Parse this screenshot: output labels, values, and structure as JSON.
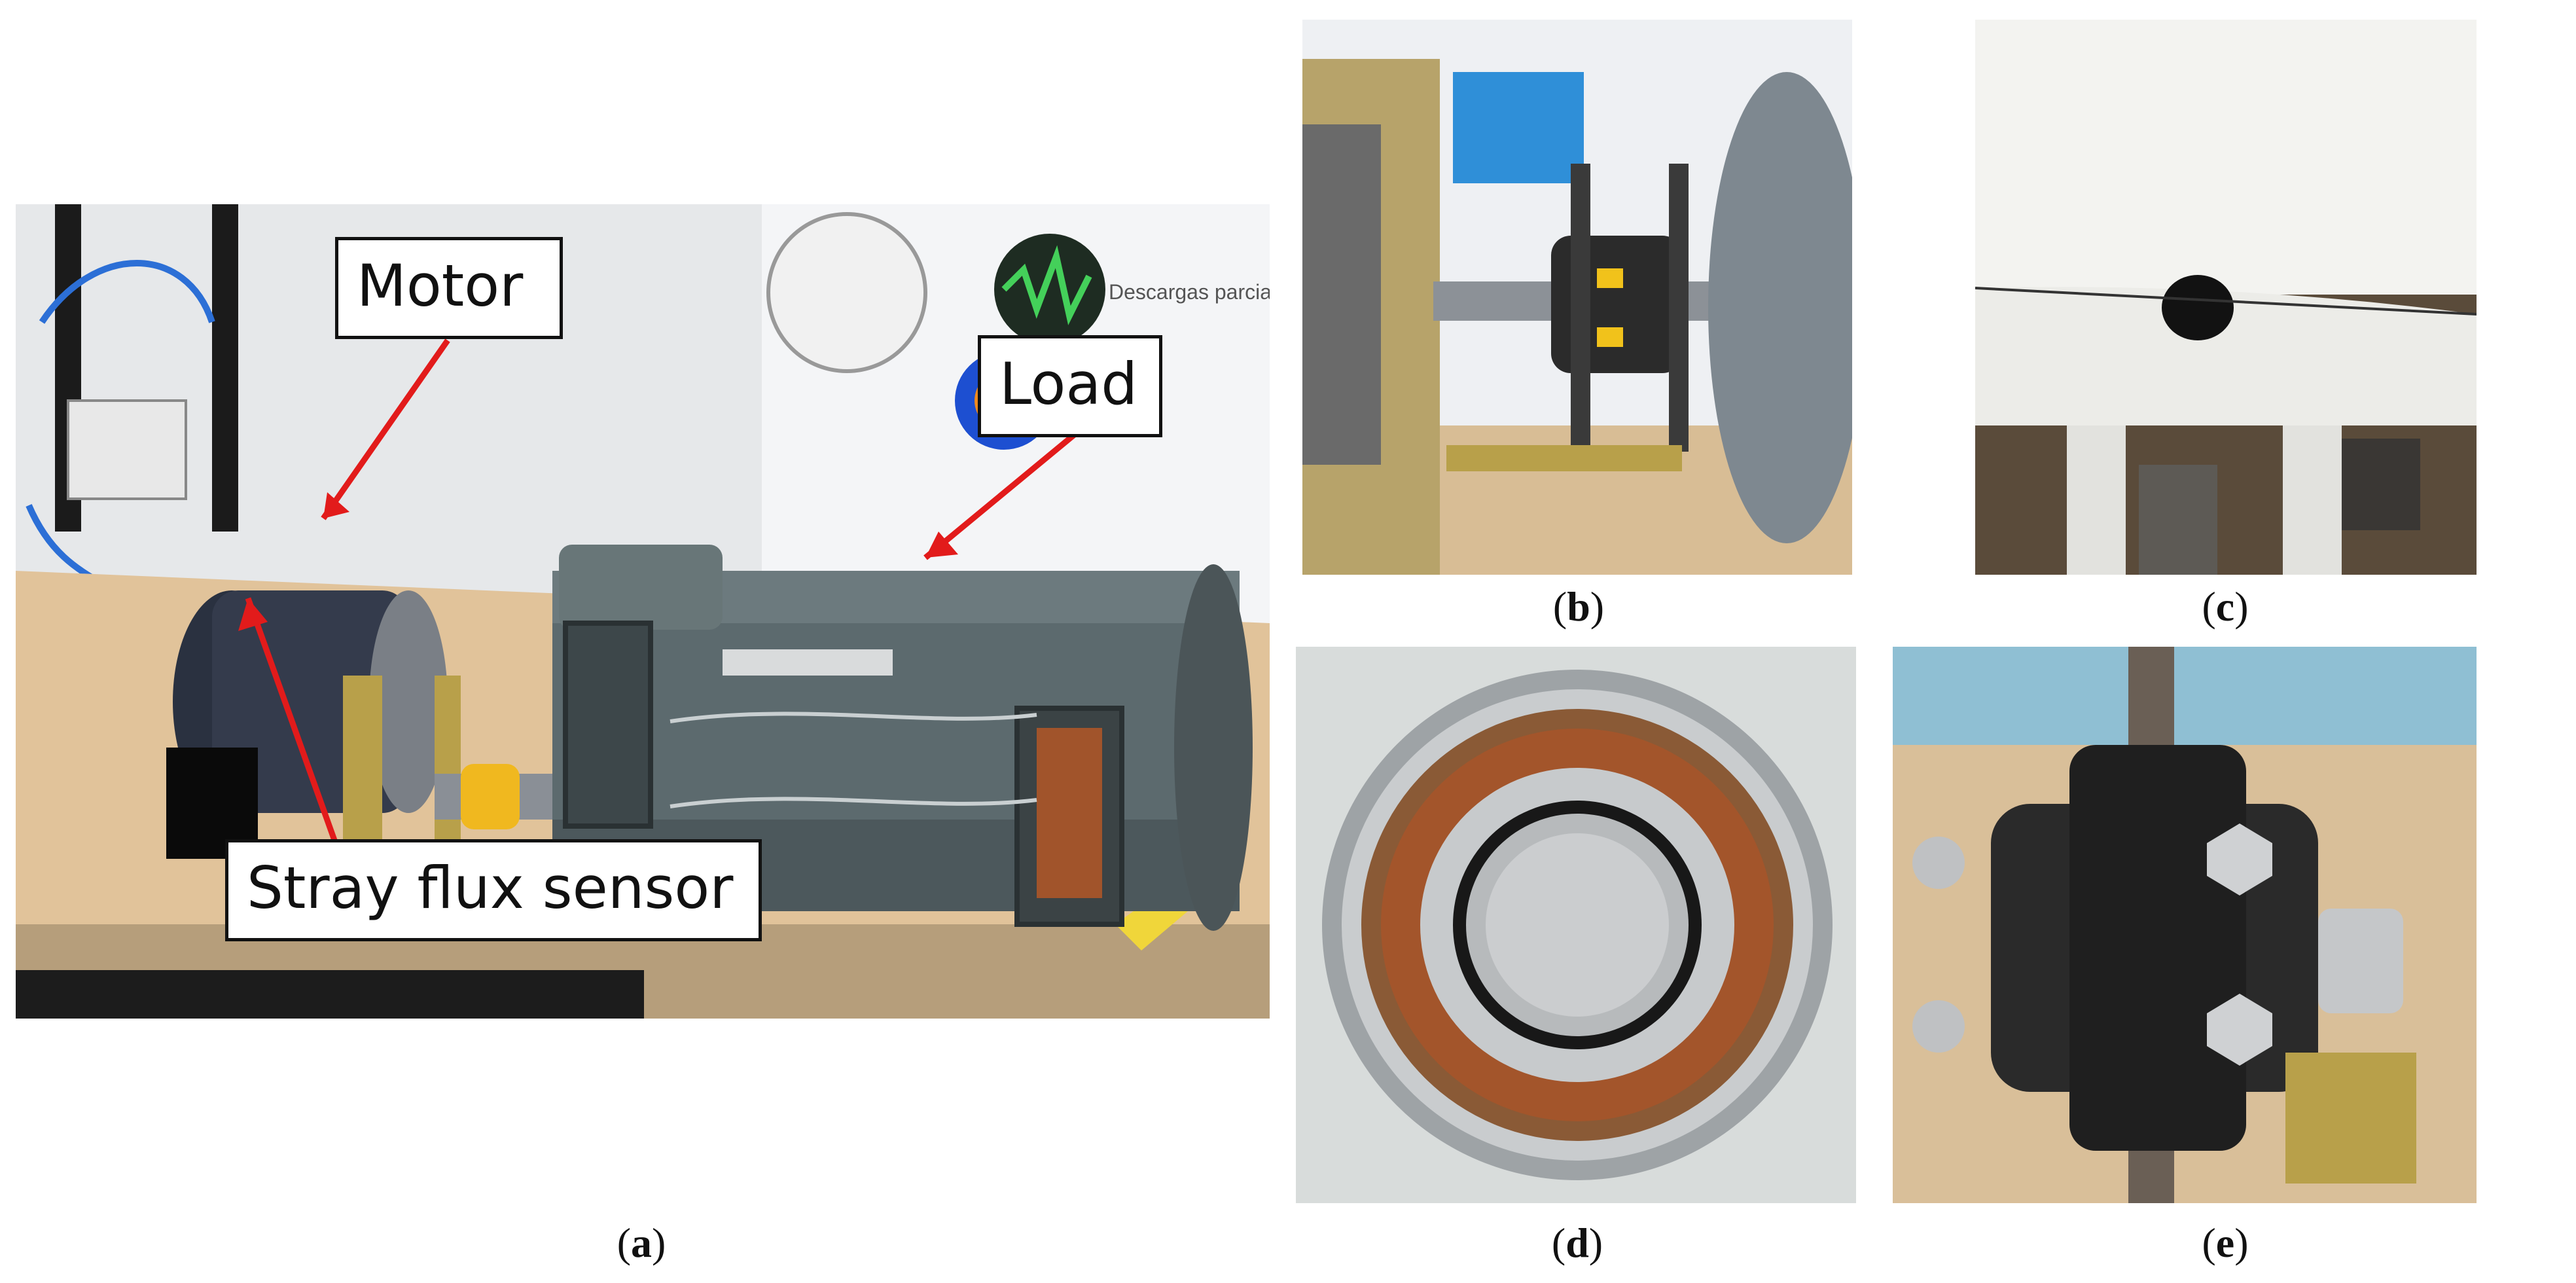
{
  "figure": {
    "panels": [
      {
        "id": "a",
        "caption_letter": "a",
        "subject": "test bench photo with motor and load"
      },
      {
        "id": "b",
        "caption_letter": "b",
        "subject": "shaft coupling between machines"
      },
      {
        "id": "c",
        "caption_letter": "c",
        "subject": "damaged bearing housing with hole"
      },
      {
        "id": "d",
        "caption_letter": "d",
        "subject": "rusted ball bearing"
      },
      {
        "id": "e",
        "caption_letter": "e",
        "subject": "black coupling clamp with bolts"
      }
    ],
    "callouts": {
      "motor": "Motor",
      "load": "Load",
      "sensor": "Stray flux sensor"
    },
    "background_text": "Descargas parcial",
    "colors": {
      "arrow": "#e21b1b",
      "motor_body": "#5a666a",
      "table": "#e3c8a2"
    }
  }
}
